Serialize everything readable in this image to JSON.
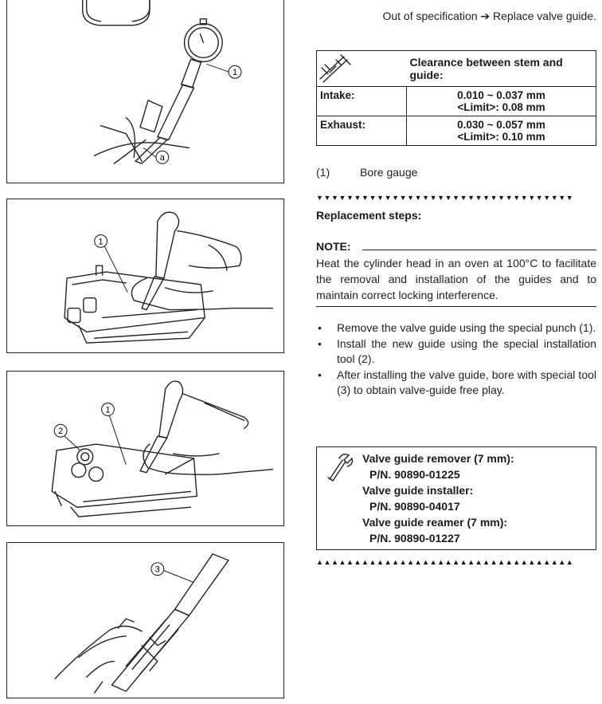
{
  "figures": {
    "fig1": {
      "callouts": [
        "1",
        "a"
      ]
    },
    "fig2": {
      "callouts": [
        "1"
      ]
    },
    "fig3": {
      "callouts": [
        "1",
        "2"
      ]
    },
    "fig4": {
      "callouts": [
        "3"
      ]
    }
  },
  "spec": {
    "out_of_spec": "Out of specification ➔ Replace valve guide.",
    "title": "Clearance between stem and guide:",
    "rows": [
      {
        "label": "Intake:",
        "value": "0.010 ~ 0.037 mm",
        "limit": "<Limit>: 0.08 mm"
      },
      {
        "label": "Exhaust:",
        "value": "0.030 ~ 0.057 mm",
        "limit": "<Limit>: 0.10 mm"
      }
    ],
    "gauge_note": {
      "number": "(1)",
      "text": "Bore gauge"
    }
  },
  "procedure": {
    "triangles_down": "▼▼▼▼▼▼▼▼▼▼▼▼▼▼▼▼▼▼▼▼▼▼▼▼▼▼▼▼▼▼▼▼▼▼",
    "heading": "Replacement steps:",
    "note_label": "NOTE:",
    "note_text": "Heat the cylinder head in an oven at 100°C to facilitate the removal and installation of the guides and to maintain correct locking interference.",
    "bullets": [
      "Remove the valve guide using the special punch (1).",
      "Install the new guide using the special installation tool (2).",
      "After installing the valve guide, bore with special tool (3) to obtain valve-guide free play."
    ],
    "triangles_up": "▲▲▲▲▲▲▲▲▲▲▲▲▲▲▲▲▲▲▲▲▲▲▲▲▲▲▲▲▲▲▲▲▲▲"
  },
  "tools": [
    {
      "name": "Valve guide remover (7 mm):",
      "pn": "P/N. 90890-01225"
    },
    {
      "name": "Valve guide installer:",
      "pn": "P/N. 90890-04017"
    },
    {
      "name": "Valve guide reamer (7 mm):",
      "pn": "P/N. 90890-01227"
    }
  ]
}
